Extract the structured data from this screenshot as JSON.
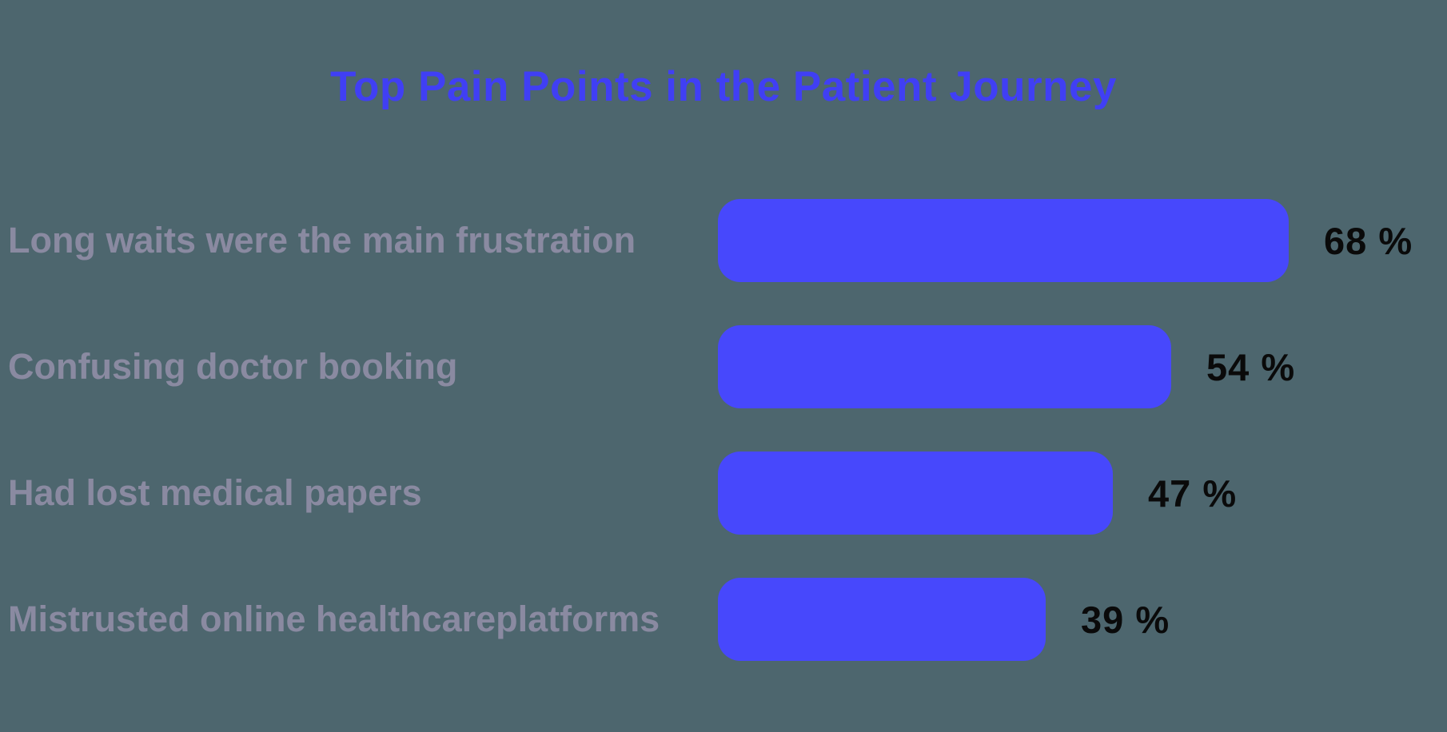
{
  "title": "Top Pain Points in the Patient Journey",
  "colors": {
    "background": "#4D666E",
    "bar": "#4748FC",
    "title": "#403FF4",
    "label": "#8A8AA1",
    "value": "#0A0A0A"
  },
  "chart_data": {
    "type": "bar",
    "orientation": "horizontal",
    "title": "Top Pain Points in the Patient Journey",
    "categories": [
      "Long waits were the main frustration",
      "Confusing doctor booking",
      "Had lost medical papers",
      "Mistrusted online healthcareplatforms"
    ],
    "values": [
      68,
      54,
      47,
      39
    ],
    "value_labels": [
      "68 %",
      "54 %",
      "47 %",
      "39 %"
    ],
    "unit": "%",
    "xlim": [
      0,
      100
    ],
    "grid": false,
    "legend": "none",
    "axes_shown": false,
    "bar_label_position": "right-of-bar"
  }
}
